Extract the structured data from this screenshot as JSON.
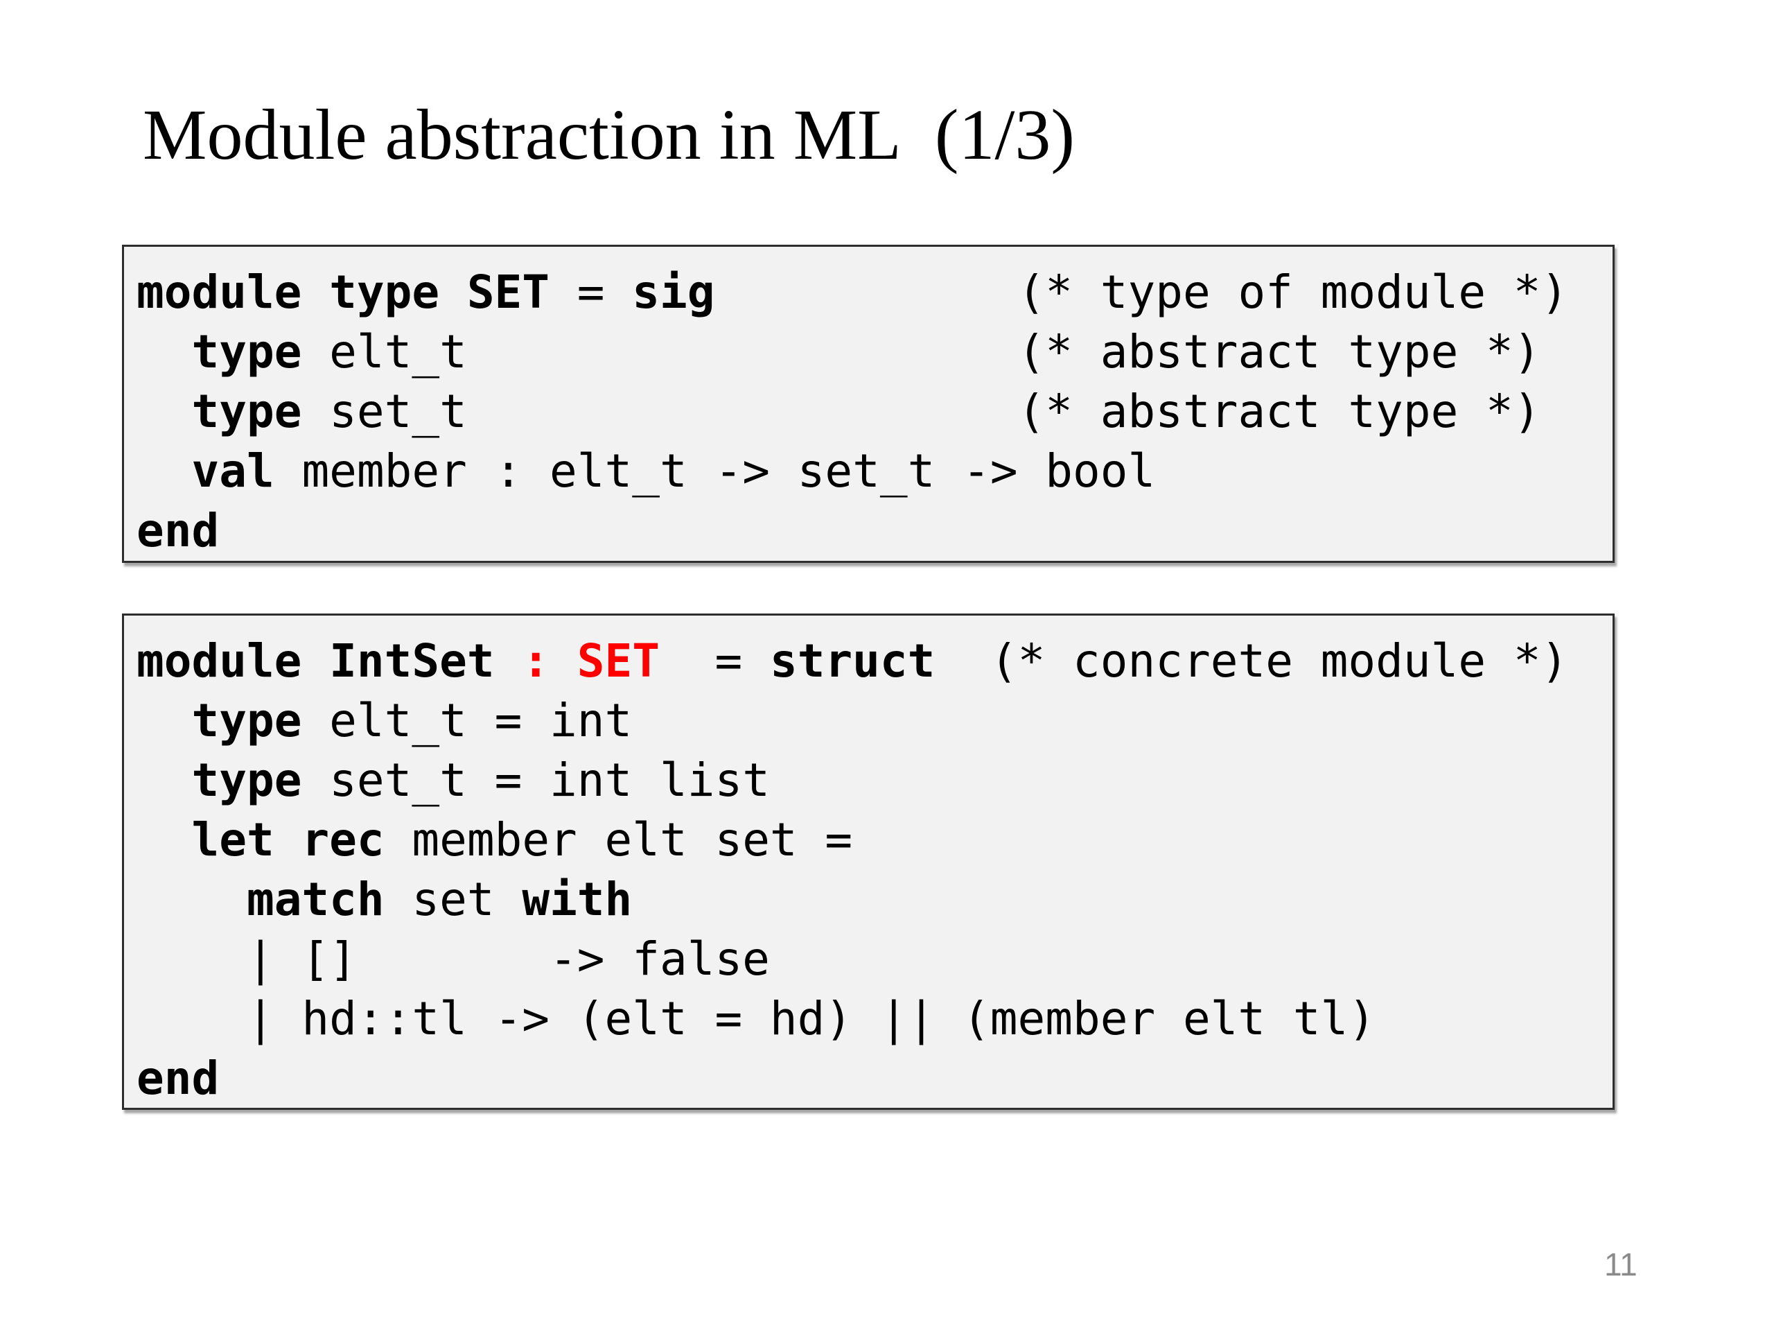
{
  "slide": {
    "title": "Module abstraction in ML  (1/3)",
    "page_number": "11"
  },
  "colors": {
    "slide_background": "#ffffff",
    "code_text": "#000000",
    "keyword_bold": "#000000",
    "highlight_red": "#ff0000",
    "box_background": "#f2f2f2",
    "box_border": "#2e2e2e",
    "page_number_gray": "#8a8a8a"
  },
  "code_blocks": [
    {
      "name": "set-signature",
      "lines": [
        [
          [
            "b",
            "module type SET"
          ],
          [
            "p",
            " = "
          ],
          [
            "b",
            "sig"
          ],
          [
            "p",
            "           (* type of module *)"
          ]
        ],
        [
          [
            "p",
            "  "
          ],
          [
            "b",
            "type"
          ],
          [
            "p",
            " elt_t                    (* abstract type *)"
          ]
        ],
        [
          [
            "p",
            "  "
          ],
          [
            "b",
            "type"
          ],
          [
            "p",
            " set_t                    (* abstract type *)"
          ]
        ],
        [
          [
            "p",
            "  "
          ],
          [
            "b",
            "val"
          ],
          [
            "p",
            " member : elt_t -> set_t -> bool"
          ]
        ],
        [
          [
            "b",
            "end"
          ]
        ]
      ]
    },
    {
      "name": "intset-struct",
      "lines": [
        [
          [
            "b",
            "module IntSet"
          ],
          [
            "p",
            " "
          ],
          [
            "r",
            ": SET"
          ],
          [
            "p",
            "  = "
          ],
          [
            "b",
            "struct"
          ],
          [
            "p",
            "  (* concrete module *)"
          ]
        ],
        [
          [
            "p",
            "  "
          ],
          [
            "b",
            "type"
          ],
          [
            "p",
            " elt_t = int"
          ]
        ],
        [
          [
            "p",
            "  "
          ],
          [
            "b",
            "type"
          ],
          [
            "p",
            " set_t = int list"
          ]
        ],
        [
          [
            "p",
            "  "
          ],
          [
            "b",
            "let rec"
          ],
          [
            "p",
            " member elt set ="
          ]
        ],
        [
          [
            "p",
            "    "
          ],
          [
            "b",
            "match"
          ],
          [
            "p",
            " set "
          ],
          [
            "b",
            "with"
          ]
        ],
        [
          [
            "p",
            "    | []       -> false"
          ]
        ],
        [
          [
            "p",
            "    | hd::tl -> (elt = hd) || (member elt tl)"
          ]
        ],
        [
          [
            "b",
            "end"
          ]
        ]
      ]
    }
  ]
}
